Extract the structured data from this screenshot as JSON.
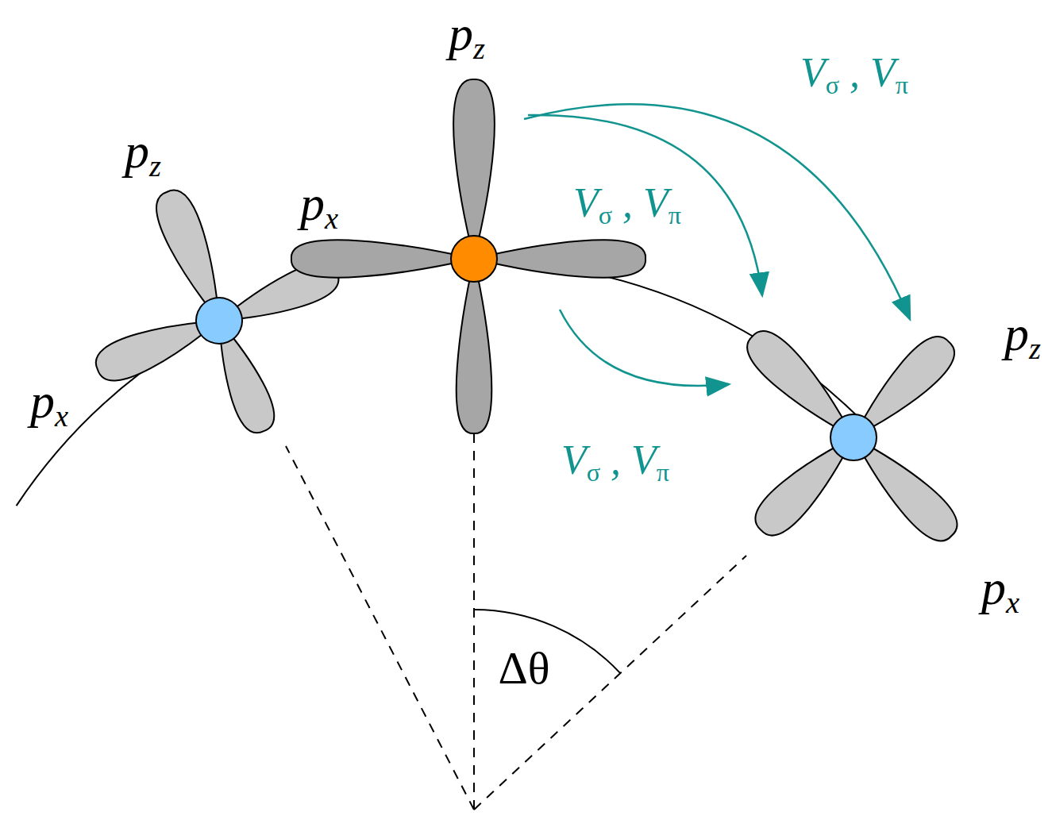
{
  "diagram": {
    "labels": [
      "pz",
      "Vσ , Vπ",
      "pz",
      "px",
      "Vσ , Vπ",
      "px",
      "pz",
      "Vσ , Vπ",
      "px",
      "Δθ"
    ]
  }
}
